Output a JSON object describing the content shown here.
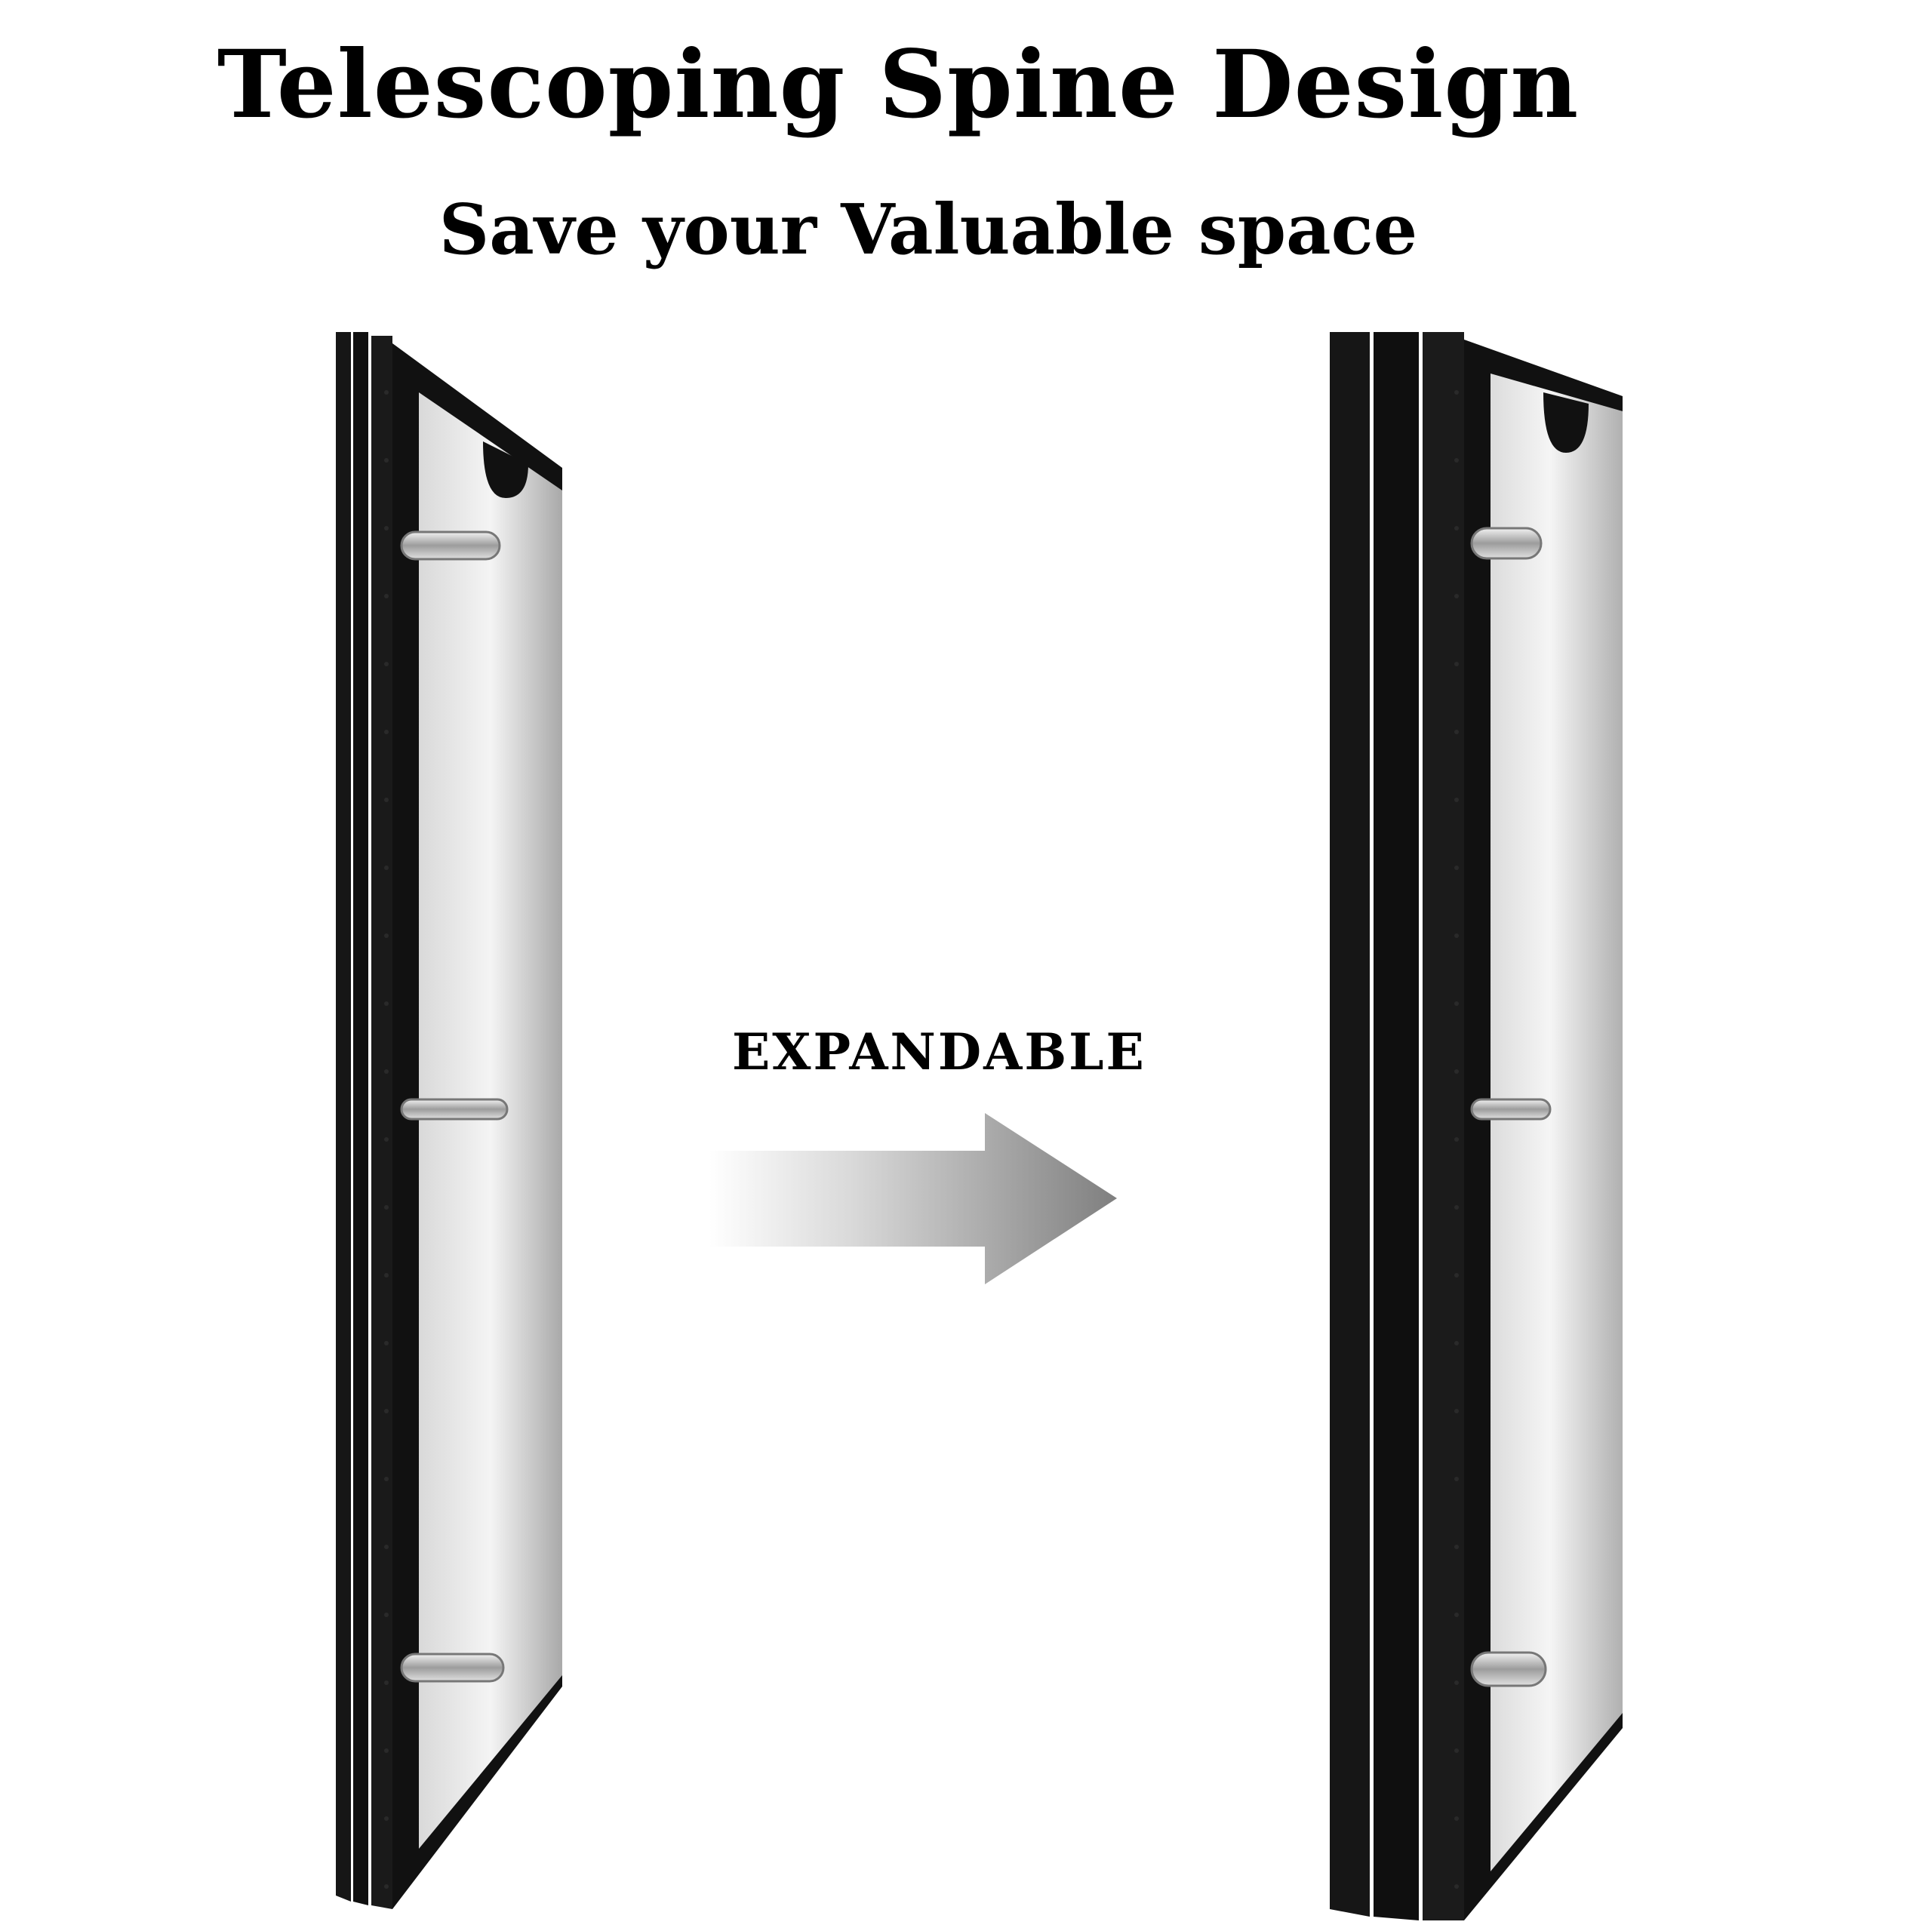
{
  "headline": "Telescoping Spine Design",
  "subheadline": "Save your Valuable space",
  "arrow_label": "EXPANDABLE",
  "colors": {
    "binder_black": "#141414",
    "page_gray_light": "#ececec",
    "page_gray_dark": "#a9a9a9",
    "ring_silver": "#b8b8b8",
    "arrow_gray": "#7f7f7f"
  }
}
